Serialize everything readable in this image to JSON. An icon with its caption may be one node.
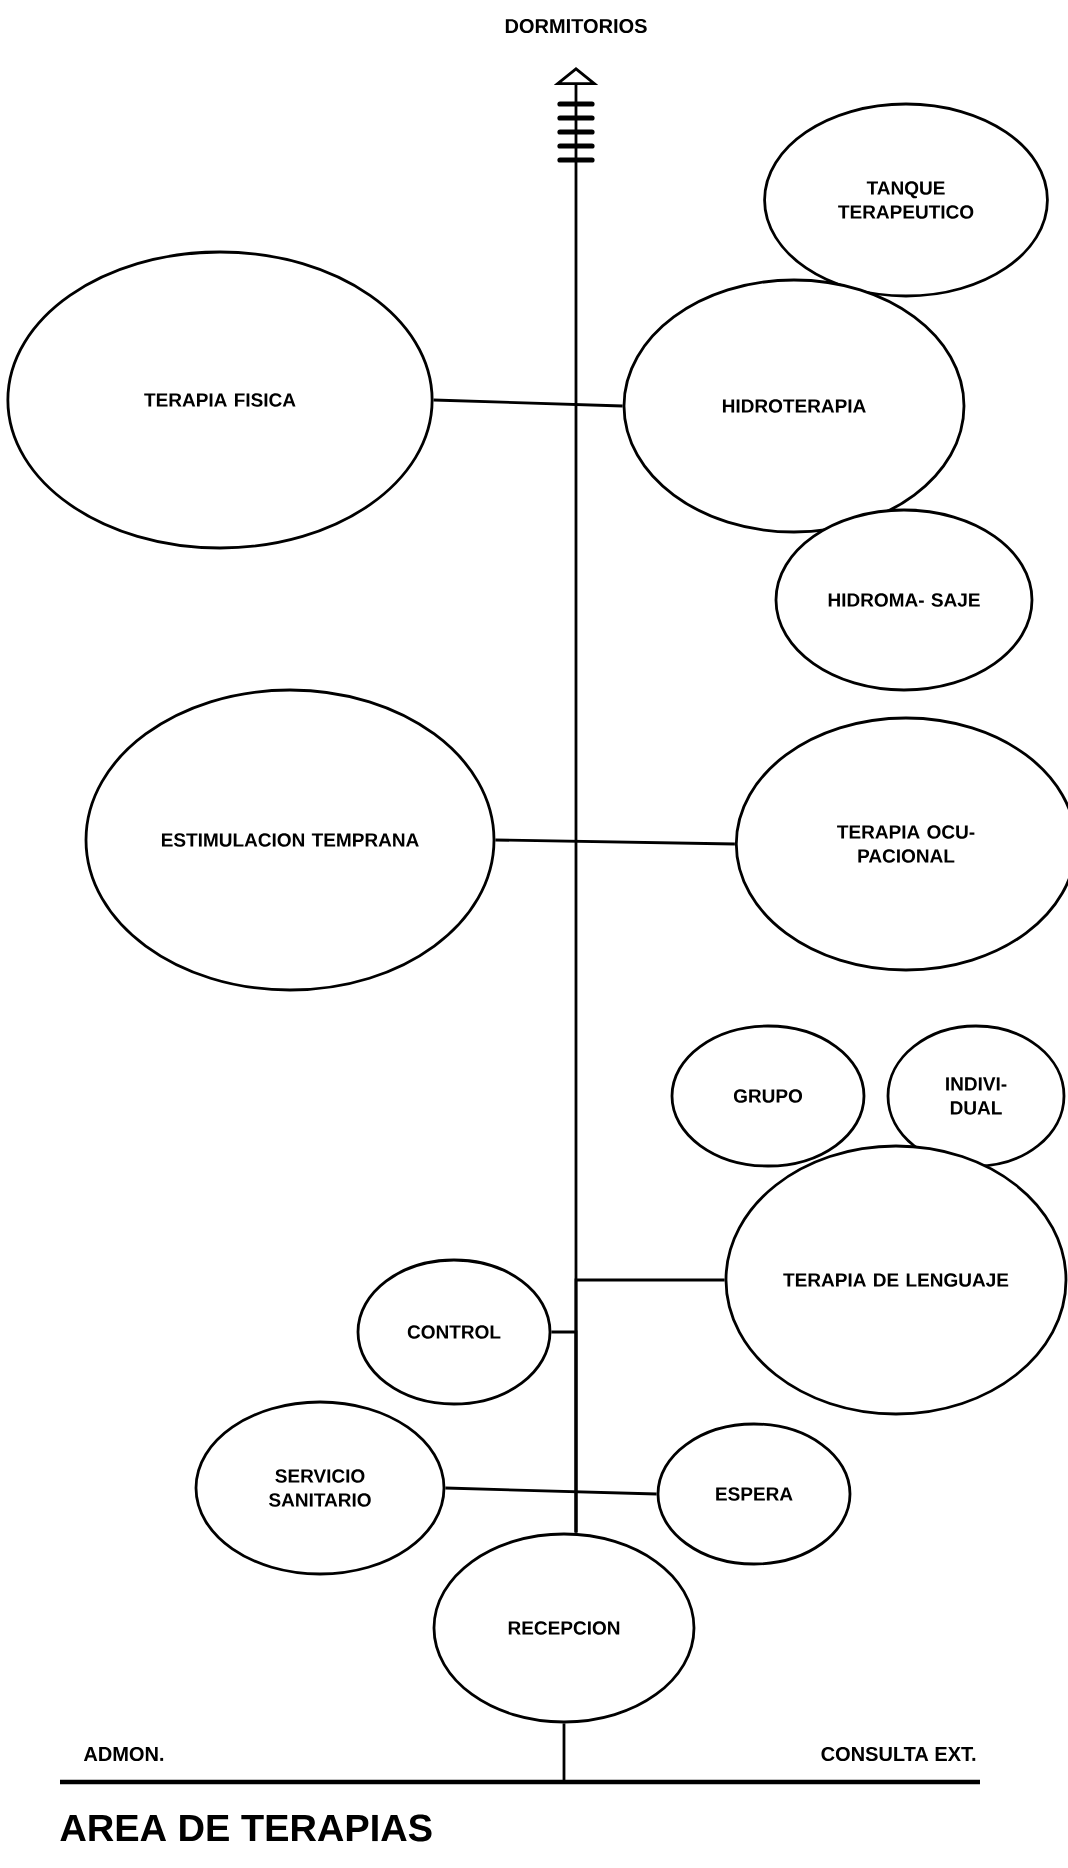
{
  "diagram": {
    "caption": "AREA DE TERAPIAS",
    "nodes": [
      {
        "text": [
          "DORMITORIOS"
        ]
      },
      {
        "text": [
          "TANQUE TERAPEUTICO"
        ]
      },
      {
        "text": [
          "TERAPIA FISICA"
        ]
      },
      {
        "text": [
          "HIDROTERAPIA"
        ]
      },
      {
        "text": [
          "HIDROMA- SAJE"
        ]
      },
      {
        "text": [
          "ESTIMULACION TEMPRANA"
        ]
      },
      {
        "text": [
          "TERAPIA OCU- PACIONAL"
        ]
      },
      {
        "text": [
          "GRUPO"
        ]
      },
      {
        "text": [
          "INDIVI- DUAL"
        ]
      },
      {
        "text": [
          "TERAPIA DE LENGUAJE"
        ]
      },
      {
        "text": [
          "CONTROL"
        ]
      },
      {
        "text": [
          "SERVICIO SANITARIO"
        ]
      },
      {
        "text": [
          "ESPERA"
        ]
      },
      {
        "text": [
          "RECEPCION"
        ]
      }
    ],
    "edges": [
      {
        "from": 13,
        "to": 0,
        "arrow": "to"
      },
      {
        "from": 2,
        "to": 3,
        "arrow": "none"
      },
      {
        "from": 5,
        "to": 6,
        "arrow": "none"
      },
      {
        "from": 13,
        "to": 9,
        "arrow": "none"
      },
      {
        "from": 13,
        "to": 10,
        "arrow": "none"
      },
      {
        "from": 11,
        "to": 12,
        "arrow": "none"
      },
      {
        "from": 13,
        "to": null,
        "arrow": "none"
      }
    ],
    "labels": [
      "ADMON.",
      "CONSULTA EXT."
    ]
  }
}
